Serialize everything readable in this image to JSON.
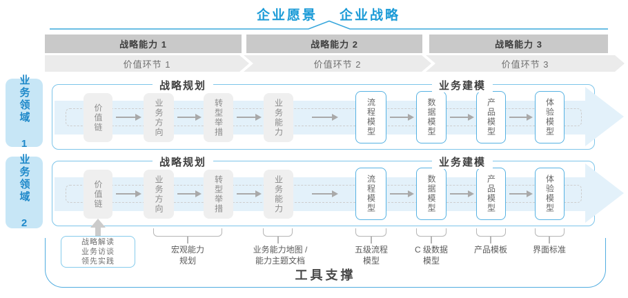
{
  "header": {
    "vision": "企业愿景",
    "strategy": "企业战略"
  },
  "strategy_capabilities": [
    "战略能力 1",
    "战略能力 2",
    "战略能力 3"
  ],
  "value_links": [
    "价值环节 1",
    "价值环节 2",
    "价值环节 3"
  ],
  "rows": [
    {
      "domain": "业务领域 1",
      "planning_label": "战略规划",
      "modeling_label": "业务建模",
      "strategy_boxes": [
        "价值链",
        "业务方向",
        "转型举措",
        "业务能力"
      ],
      "model_boxes": [
        "流程模型",
        "数据模型",
        "产品模型",
        "体验模型"
      ]
    },
    {
      "domain": "业务领域 2",
      "planning_label": "战略规划",
      "modeling_label": "业务建模",
      "strategy_boxes": [
        "价值链",
        "业务方向",
        "转型举措",
        "业务能力"
      ],
      "model_boxes": [
        "流程模型",
        "数据模型",
        "产品模型",
        "体验模型"
      ]
    }
  ],
  "annotations": {
    "inputs": {
      "lines": [
        "战略解读",
        "业务访谈",
        "领先实践"
      ]
    },
    "macro": {
      "lines": [
        "宏观能力",
        "规划"
      ]
    },
    "capability_map": {
      "lines": [
        "业务能力地图 /",
        "能力主题文档"
      ]
    },
    "process_model": {
      "lines": [
        "五级流程",
        "模型"
      ]
    },
    "data_model": {
      "lines": [
        "C 级数据",
        "模型"
      ]
    },
    "product_template": {
      "lines": [
        "产品模板"
      ]
    },
    "ui_standard": {
      "lines": [
        "界面标准"
      ]
    }
  },
  "footer": {
    "label": "工具支撑"
  },
  "colors": {
    "accent_blue": "#1B9BD7",
    "panel_border": "#7CC4E9",
    "band_fill": "#E3F1FA",
    "domain_fill": "#C7E6F6",
    "domain_text": "#1E88C9",
    "capability_bar": "#C9C9C9",
    "value_link_band": "#EBEBEB",
    "gray_box_fill": "#EFEFEF",
    "model_box_border": "#55B1E2",
    "tools_border": "#4FACE0",
    "arrow_gray": "#A9A9A9"
  }
}
